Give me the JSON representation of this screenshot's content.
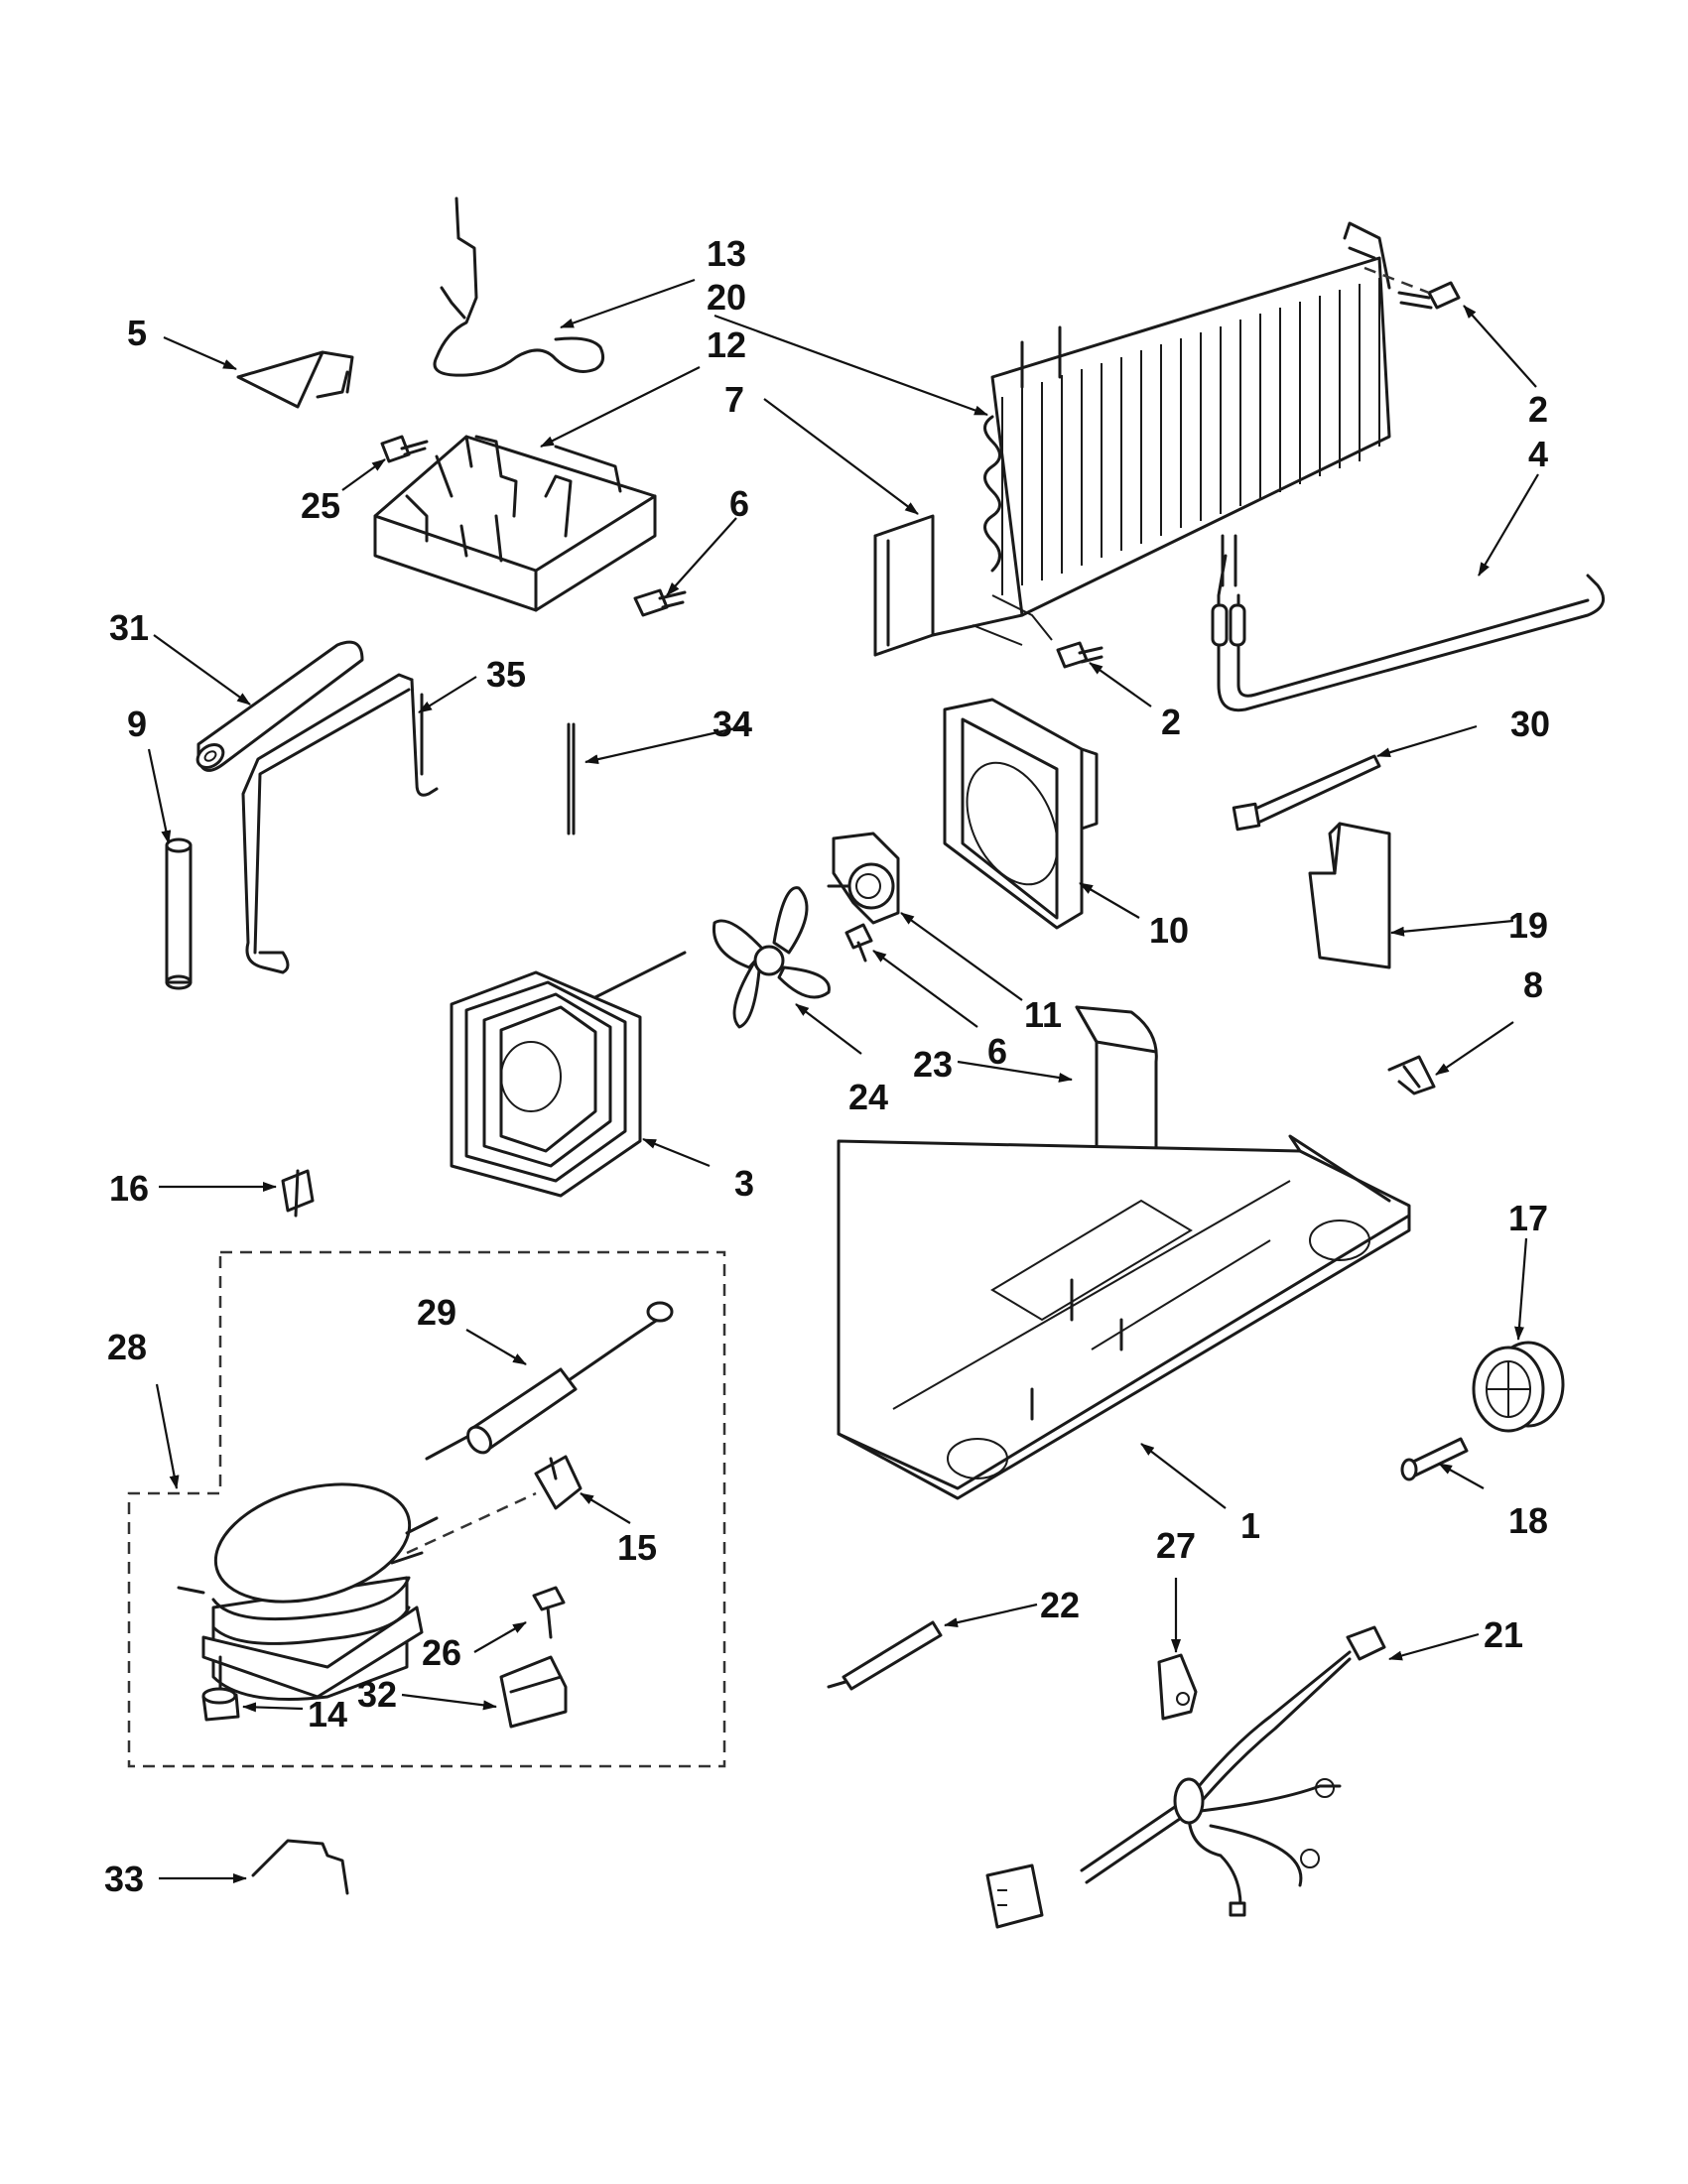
{
  "callouts": [
    {
      "id": "c1",
      "label": "1"
    },
    {
      "id": "c2a",
      "label": "2"
    },
    {
      "id": "c2b",
      "label": "2"
    },
    {
      "id": "c3",
      "label": "3"
    },
    {
      "id": "c4",
      "label": "4"
    },
    {
      "id": "c5",
      "label": "5"
    },
    {
      "id": "c6a",
      "label": "6"
    },
    {
      "id": "c6b",
      "label": "6"
    },
    {
      "id": "c7",
      "label": "7"
    },
    {
      "id": "c8",
      "label": "8"
    },
    {
      "id": "c9",
      "label": "9"
    },
    {
      "id": "c10",
      "label": "10"
    },
    {
      "id": "c11",
      "label": "11"
    },
    {
      "id": "c12",
      "label": "12"
    },
    {
      "id": "c13",
      "label": "13"
    },
    {
      "id": "c14",
      "label": "14"
    },
    {
      "id": "c15",
      "label": "15"
    },
    {
      "id": "c16",
      "label": "16"
    },
    {
      "id": "c17",
      "label": "17"
    },
    {
      "id": "c18",
      "label": "18"
    },
    {
      "id": "c19",
      "label": "19"
    },
    {
      "id": "c20",
      "label": "20"
    },
    {
      "id": "c21",
      "label": "21"
    },
    {
      "id": "c22",
      "label": "22"
    },
    {
      "id": "c23",
      "label": "23"
    },
    {
      "id": "c24",
      "label": "24"
    },
    {
      "id": "c25",
      "label": "25"
    },
    {
      "id": "c26",
      "label": "26"
    },
    {
      "id": "c27",
      "label": "27"
    },
    {
      "id": "c28",
      "label": "28"
    },
    {
      "id": "c29",
      "label": "29"
    },
    {
      "id": "c30",
      "label": "30"
    },
    {
      "id": "c31",
      "label": "31"
    },
    {
      "id": "c32",
      "label": "32"
    },
    {
      "id": "c33",
      "label": "33"
    },
    {
      "id": "c34",
      "label": "34"
    },
    {
      "id": "c35",
      "label": "35"
    }
  ]
}
